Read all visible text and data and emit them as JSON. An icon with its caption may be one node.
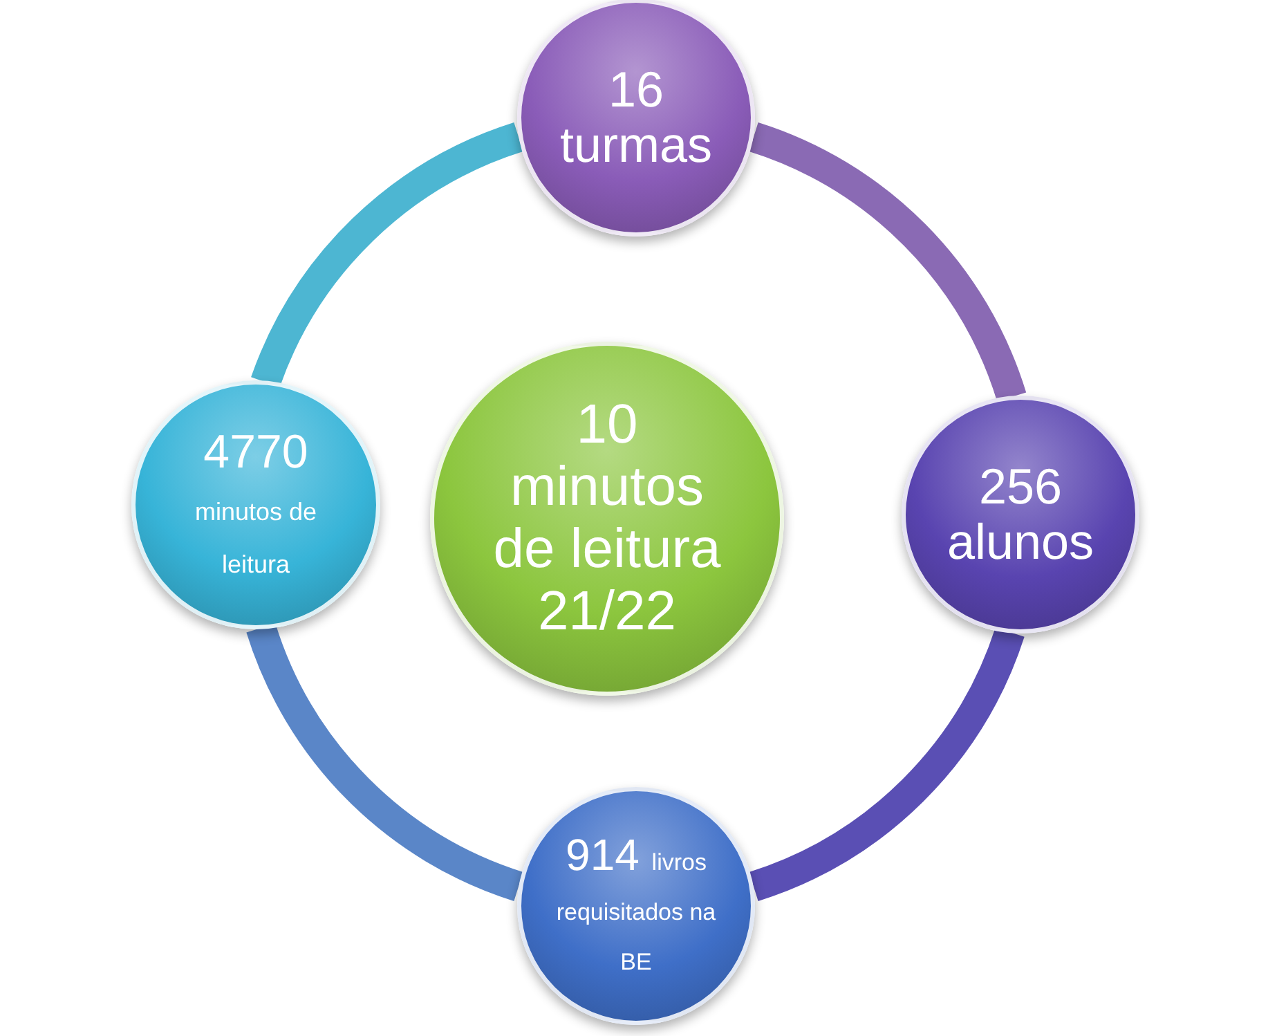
{
  "diagram": {
    "nodes": [
      {
        "text": [
          "10 minutos de leitura 21/22"
        ]
      },
      {
        "text": [
          "16 turmas"
        ]
      },
      {
        "text": [
          "256 alunos"
        ]
      },
      {
        "text": [
          "914",
          "livros requisitados na BE"
        ]
      },
      {
        "text": [
          "4770",
          "minutos de leitura"
        ]
      }
    ],
    "edges": [
      {
        "from": 1,
        "to": 2,
        "arrow": "none",
        "color": "#8a6ab4"
      },
      {
        "from": 2,
        "to": 3,
        "arrow": "none",
        "color": "#5a4fb4"
      },
      {
        "from": 3,
        "to": 4,
        "arrow": "none",
        "color": "#5a86c8"
      },
      {
        "from": 4,
        "to": 1,
        "arrow": "none",
        "color": "#4db6d2"
      }
    ]
  }
}
